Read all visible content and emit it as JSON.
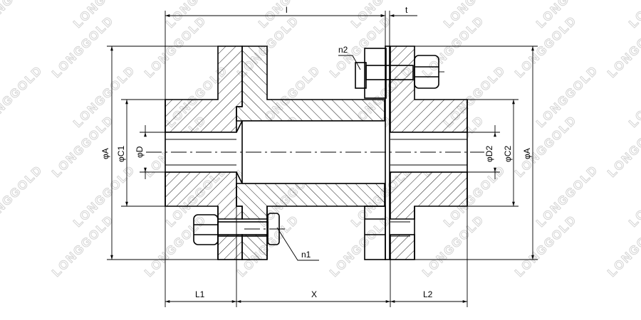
{
  "watermark": "LONGGOLD",
  "labels": {
    "l": "l",
    "t": "t",
    "n2": "n2",
    "n1": "n1",
    "A_left": "φA",
    "C1": "φC1",
    "D": "φD",
    "D2": "φD2",
    "C2": "φC2",
    "A_right": "φA",
    "L1": "L1",
    "X": "X",
    "L2": "L2"
  }
}
